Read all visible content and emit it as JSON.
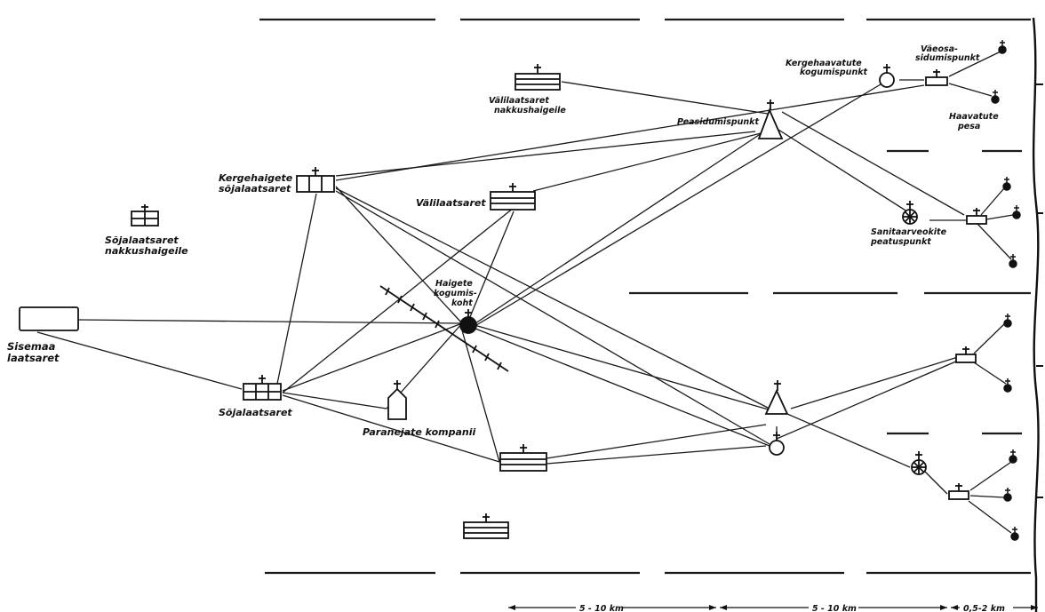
{
  "labels": {
    "valilaatsaret_nakkus_line1": "Välilaatsaret",
    "valilaatsaret_nakkus_line2": "nakkushaigeile",
    "kergehaigete_line1": "Kergehaigete",
    "kergehaigete_line2": "sõjalaatsaret",
    "valilaatsaret": "Välilaatsaret",
    "sojalaatsaret_nakkus_line1": "Sõjalaatsaret",
    "sojalaatsaret_nakkus_line2": "nakkushaigeile",
    "sisemaa_line1": "Sisemaa",
    "sisemaa_line2": "laatsaret",
    "sojalaatsaret": "Sõjalaatsaret",
    "paranejate": "Paranejate kompanii",
    "haigete_line1": "Haigete",
    "haigete_line2": "kogumis-",
    "haigete_line3": "koht",
    "peasidumispunkt": "Peasidumispunkt",
    "kergehaavatute_line1": "Kergehaavatute",
    "kergehaavatute_line2": "kogumispunkt",
    "vaeosa_line1": "Väeosa-",
    "vaeosa_line2": "sidumispunkt",
    "haavatute_line1": "Haavatute",
    "haavatute_line2": "pesa",
    "sanitaar_line1": "Sanitaarveokite",
    "sanitaar_line2": "peatuspunkt"
  },
  "scale": {
    "segment1": "5 - 10 km",
    "segment2": "5 - 10 km",
    "segment3": "0,5-2 km"
  },
  "symbol_icons": [
    "hospital-cross-icon",
    "triangle-cross-icon",
    "circle-cross-icon",
    "wheel-cross-icon",
    "solid-dot-cross-icon",
    "house-cross-icon"
  ]
}
